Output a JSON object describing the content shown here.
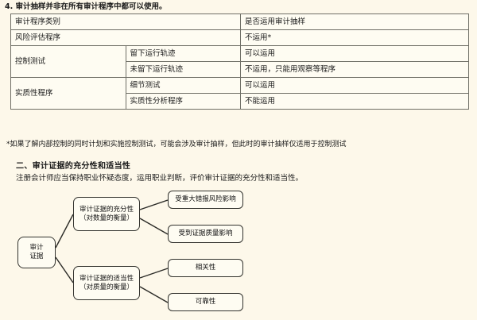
{
  "lead_line": "4. 审计抽样并非在所有审计程序中都可以使用。",
  "table": {
    "header": {
      "category": "审计程序类别",
      "applies": "是否运用审计抽样"
    },
    "rows": [
      {
        "group": "风险评估程序",
        "sub": "",
        "value": "不运用*"
      },
      {
        "group": "控制测试",
        "sub": "留下运行轨迹",
        "value": "可以运用"
      },
      {
        "group": "控制测试",
        "sub": "未留下运行轨迹",
        "value": "不运用，只能用观察等程序"
      },
      {
        "group": "实质性程序",
        "sub": "细节测试",
        "value": "可以运用"
      },
      {
        "group": "实质性程序",
        "sub": "实质性分析程序",
        "value": "不能运用"
      }
    ]
  },
  "footnote": "*如果了解内部控制的同时计划和实施控制测试，可能会涉及审计抽样，但此时的审计抽样仅适用于控制测试",
  "section": {
    "heading": "二、审计证据的充分性和适当性",
    "body": "注册会计师应当保持职业怀疑态度，运用职业判断，评价审计证据的充分性和适当性。"
  },
  "diagram": {
    "root_line1": "审计",
    "root_line2": "证据",
    "branch_sufficiency": "审计证据的充分性（对数量的衡量）",
    "branch_appropriateness": "审计证据的适当性（对质量的衡量）",
    "leaf_1": "受重大错报风险影响",
    "leaf_2": "受到证据质量影响",
    "leaf_3": "相关性",
    "leaf_4": "可靠性"
  },
  "colors": {
    "page_background": "#FDF8EA",
    "cell_background": "#FEFCF2",
    "border": "#6f6f66",
    "node_border": "#33332e",
    "text": "#1a1a1a"
  }
}
